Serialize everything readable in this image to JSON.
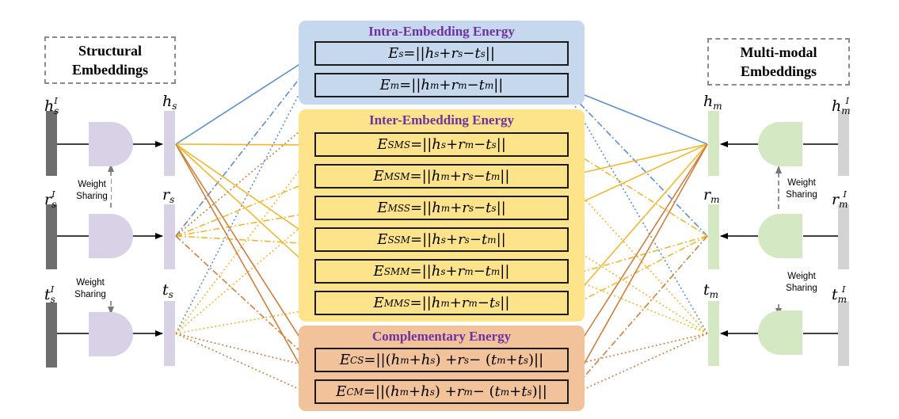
{
  "structural": {
    "title_line1": "Structural",
    "title_line2": "Embeddings",
    "inputs": [
      "h",
      "r",
      "t"
    ],
    "input_sub": "s",
    "input_sup": "I",
    "outputs": [
      "h",
      "r",
      "t"
    ],
    "output_sub": "s",
    "weight_sharing_line1": "Weight",
    "weight_sharing_line2": "Sharing"
  },
  "multimodal": {
    "title_line1": "Multi-modal",
    "title_line2": "Embeddings",
    "inputs": [
      "h",
      "r",
      "t"
    ],
    "input_sub": "m",
    "input_sup": "I",
    "outputs": [
      "h",
      "r",
      "t"
    ],
    "output_sub": "m",
    "weight_sharing_line1": "Weight",
    "weight_sharing_line2": "Sharing"
  },
  "intra": {
    "title": "Intra-Embedding Energy",
    "color": "#c5d8ee",
    "equations": [
      {
        "E": "E",
        "sub": "s",
        "rhs": [
          "||",
          "h",
          "s",
          " + ",
          "r",
          "s",
          " − ",
          "t",
          "s",
          "||"
        ]
      },
      {
        "E": "E",
        "sub": "m",
        "rhs": [
          "||",
          "h",
          "m",
          " + ",
          "r",
          "m",
          " − ",
          "t",
          "m",
          "||"
        ]
      }
    ]
  },
  "inter": {
    "title": "Inter-Embedding Energy",
    "color": "#fde38a",
    "equations": [
      {
        "E": "E",
        "sub": "SMS",
        "rhs": [
          "||",
          "h",
          "s",
          " + ",
          "r",
          "m",
          " − ",
          "t",
          "s",
          "||"
        ]
      },
      {
        "E": "E",
        "sub": "MSM",
        "rhs": [
          "||",
          "h",
          "m",
          " + ",
          "r",
          "s",
          " − ",
          "t",
          "m",
          "||"
        ]
      },
      {
        "E": "E",
        "sub": "MSS",
        "rhs": [
          "||",
          "h",
          "m",
          " + ",
          "r",
          "s",
          " − ",
          "t",
          "s",
          "||"
        ]
      },
      {
        "E": "E",
        "sub": "SSM",
        "rhs": [
          "||",
          "h",
          "s",
          " + ",
          "r",
          "s",
          " − ",
          "t",
          "m",
          "||"
        ]
      },
      {
        "E": "E",
        "sub": "SMM",
        "rhs": [
          "||",
          "h",
          "s",
          " + ",
          "r",
          "m",
          " − ",
          "t",
          "m",
          "||"
        ]
      },
      {
        "E": "E",
        "sub": "MMS",
        "rhs": [
          "||",
          "h",
          "m",
          " + ",
          "r",
          "m",
          " − ",
          "t",
          "s",
          "||"
        ]
      }
    ]
  },
  "complementary": {
    "title": "Complementary Energy",
    "color": "#f2c29a",
    "equations": [
      {
        "E": "E",
        "sub": "CS",
        "text": "||(h_m+h_s) + r_s − (t_m+t_s)||"
      },
      {
        "E": "E",
        "sub": "CM",
        "text": "||(h_m+h_s) + r_m − (t_m+t_s)||"
      }
    ]
  },
  "colors": {
    "structural_bar": "#6e6e6e",
    "structural_gate": "#d9d2e6",
    "structural_out": "#d9d2e6",
    "multimodal_in": "#d3d3d3",
    "multimodal_gate": "#d5e8c4",
    "multimodal_out": "#d5e8c4",
    "line_blue": "#5b8fd0",
    "line_yellow": "#f0b92d",
    "line_orange": "#cf7f3c",
    "title_purple": "#7030a0"
  }
}
